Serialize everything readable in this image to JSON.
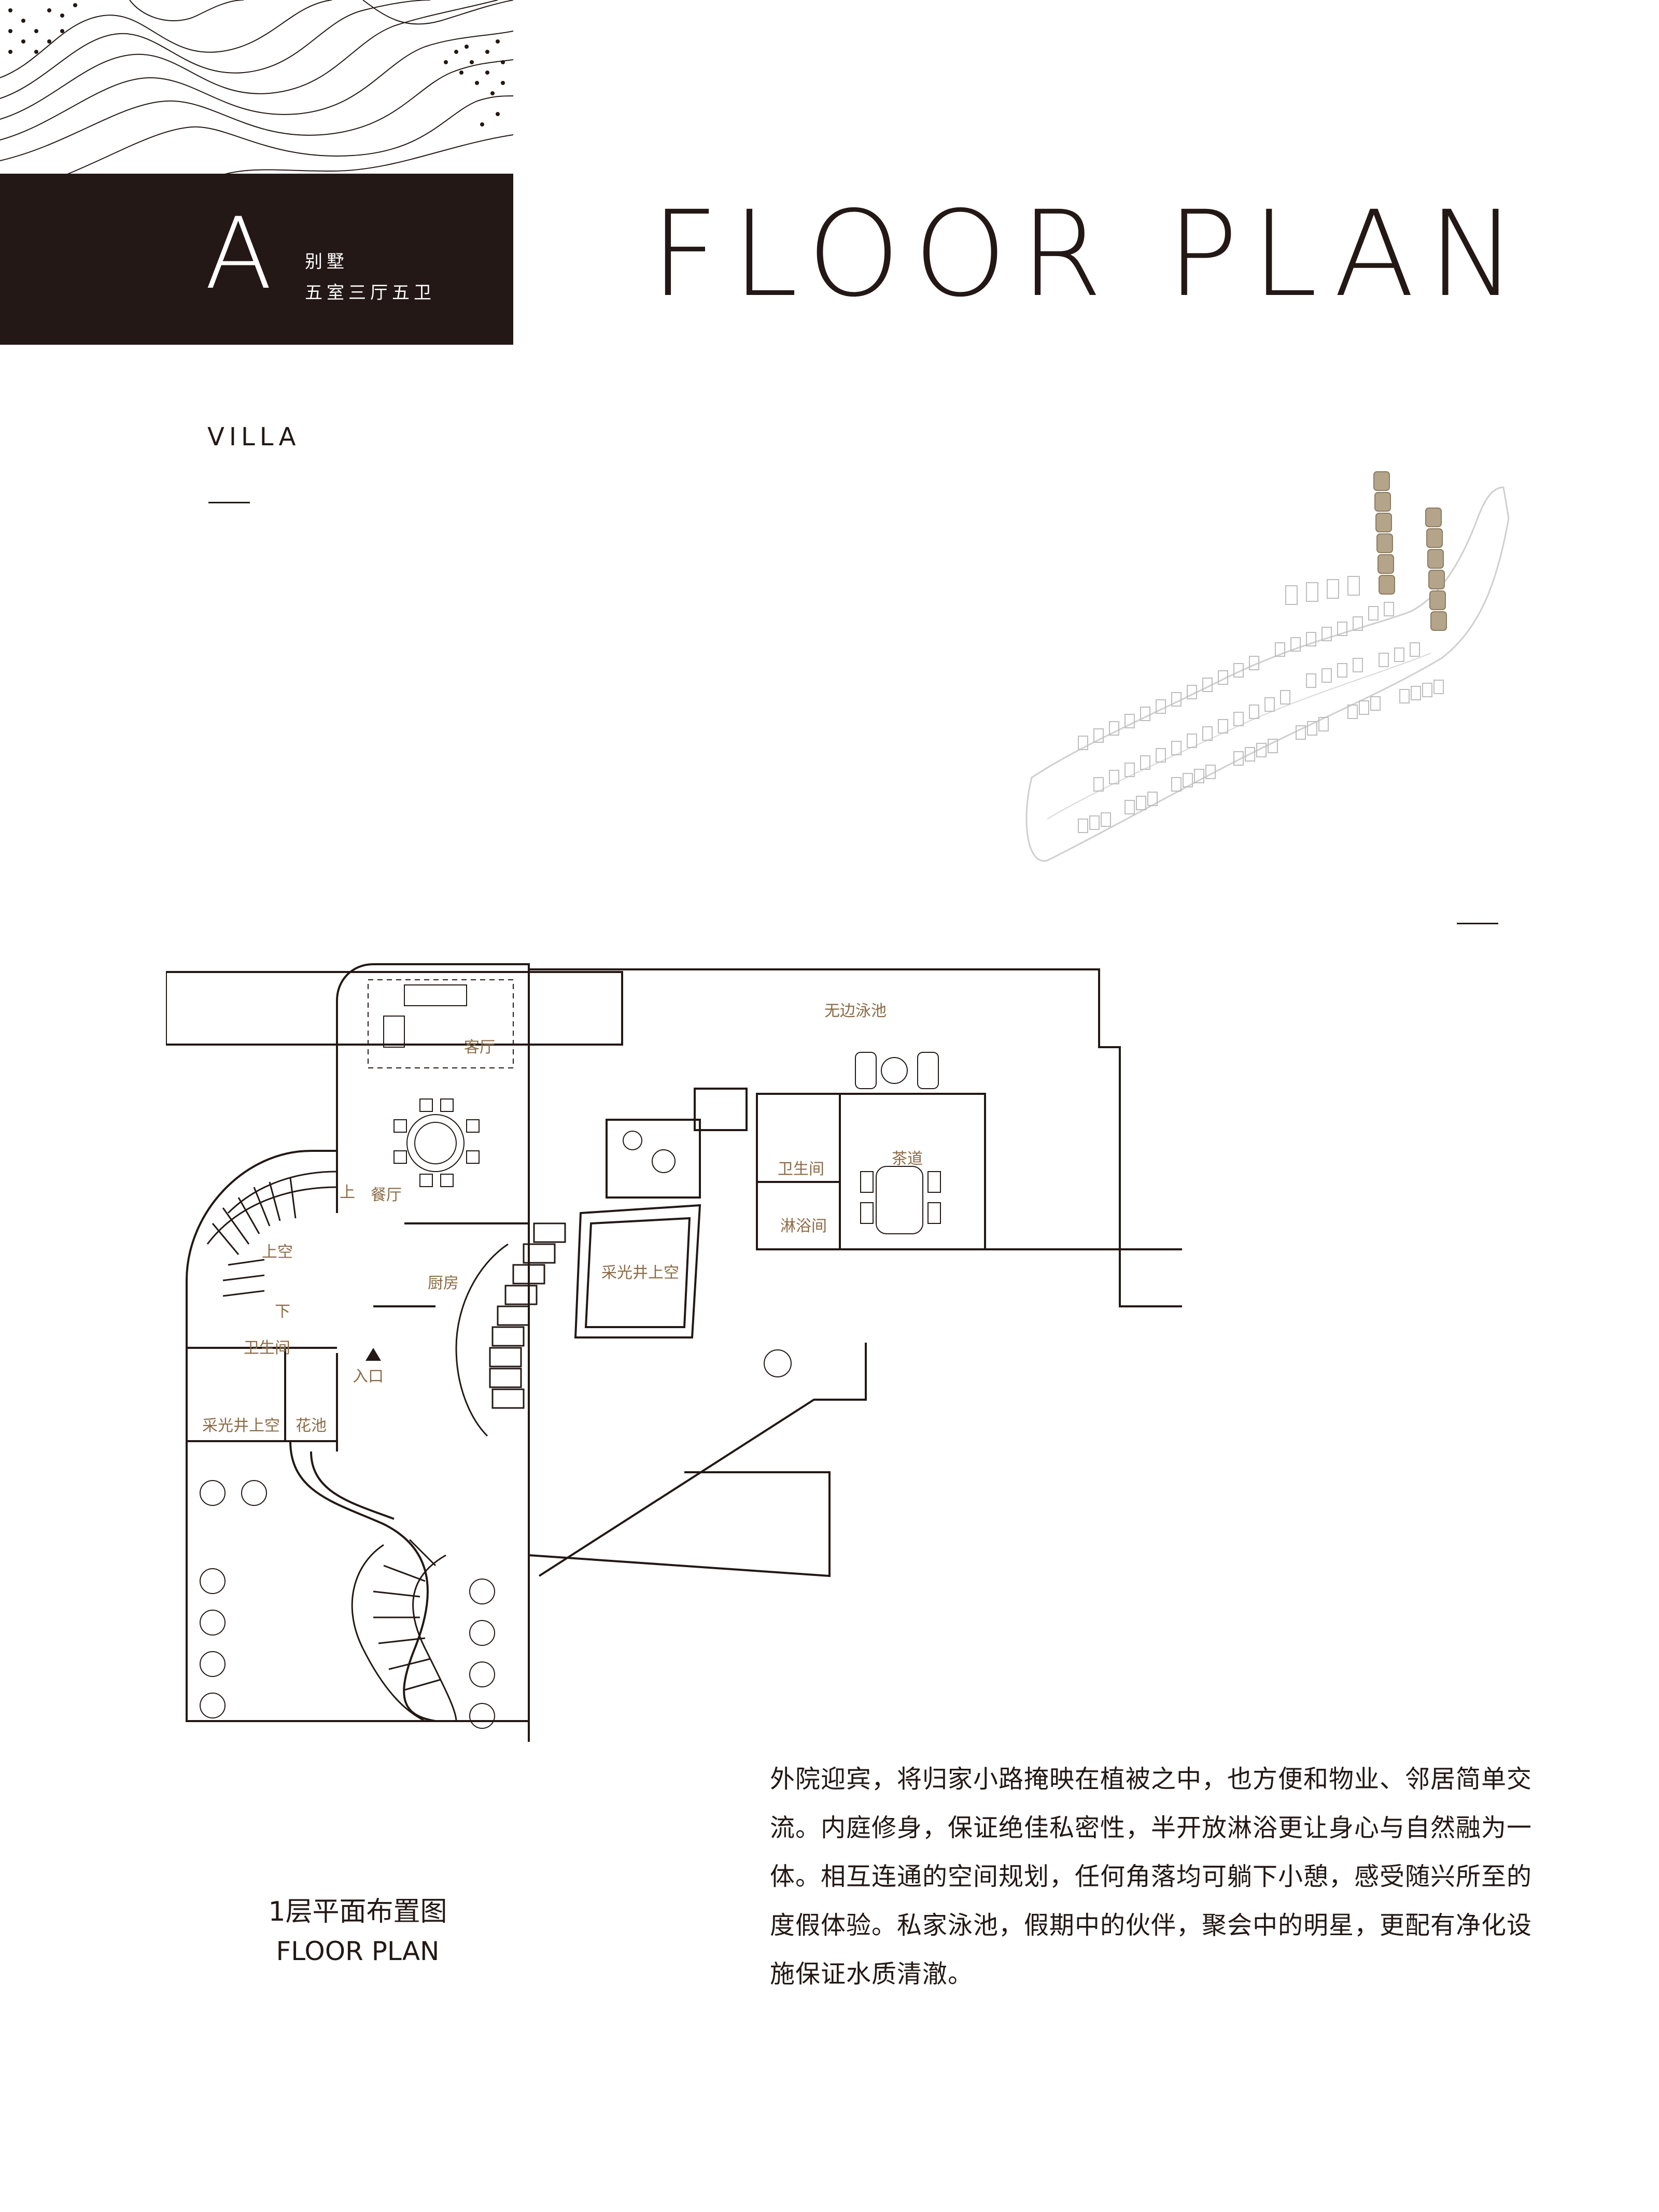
{
  "header": {
    "letter": "A",
    "type_label": "别墅",
    "rooms_label": "五室三厅五卫",
    "title": "FLOOR PLAN",
    "subtitle": "VILLA"
  },
  "floor_plan": {
    "rooms": {
      "living": "客厅",
      "dining": "餐厅",
      "kitchen": "厨房",
      "infinity_pool": "无边泳池",
      "tea_room": "茶道",
      "bathroom": "卫生间",
      "bathroom_small": "卫生间",
      "shower": "淋浴间",
      "skylight": "采光井上空",
      "skylight_left": "采光井上空",
      "flower_bed": "花池",
      "entrance": "入口",
      "void_above": "上空",
      "up": "上",
      "down": "下"
    },
    "caption_cn": "1层平面布置图",
    "caption_en": "FLOOR PLAN"
  },
  "description": "外院迎宾，将归家小路掩映在植被之中，也方便和物业、邻居简单交流。内庭修身，保证绝佳私密性，半开放淋浴更让身心与自然融为一体。相互连通的空间规划，任何角落均可躺下小憩，感受随兴所至的度假体验。私家泳池，假期中的伙伴，聚会中的明星，更配有净化设施保证水质清澈。",
  "colors": {
    "dark": "#231815",
    "accent": "#b4a58a",
    "label": "#8b6b45"
  }
}
